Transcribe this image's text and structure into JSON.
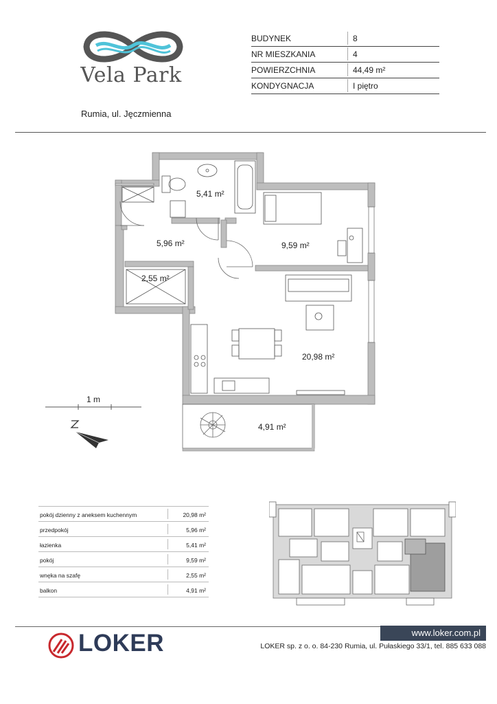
{
  "brand": {
    "name": "Vela Park",
    "address": "Rumia, ul. Jęczmienna"
  },
  "info": [
    {
      "label": "BUDYNEK",
      "value": "8"
    },
    {
      "label": "NR MIESZKANIA",
      "value": "4"
    },
    {
      "label": "POWIERZCHNIA",
      "value": "44,49 m²"
    },
    {
      "label": "KONDYGNACJA",
      "value": "I piętro"
    }
  ],
  "plan": {
    "rooms": {
      "bathroom": "5,41 m²",
      "hall": "5,96 m²",
      "bedroom": "9,59 m²",
      "wardrobe": "2,55 m²",
      "living": "20,98 m²",
      "balcony": "4,91 m²"
    },
    "scale_label": "1 m"
  },
  "areas_table": [
    {
      "name": "pokój dzienny z aneksem kuchennym",
      "area": "20,98 m²"
    },
    {
      "name": "przedpokój",
      "area": "5,96 m²"
    },
    {
      "name": "łazienka",
      "area": "5,41 m²"
    },
    {
      "name": "pokój",
      "area": "9,59 m²"
    },
    {
      "name": "wnęka na szafę",
      "area": "2,55 m²"
    },
    {
      "name": "balkon",
      "area": "4,91 m²"
    }
  ],
  "footer": {
    "company_name": "LOKER",
    "website": "www.loker.com.pl",
    "company_info": "LOKER sp. z o. o. 84-230 Rumia, ul. Pułaskiego 33/1, tel. 885 633 088",
    "accent_color": "#c8282d",
    "dark_color": "#2e3b58"
  },
  "icons": [
    "vela-park-infinity-logo",
    "north-arrow-icon",
    "loker-logo-icon"
  ]
}
